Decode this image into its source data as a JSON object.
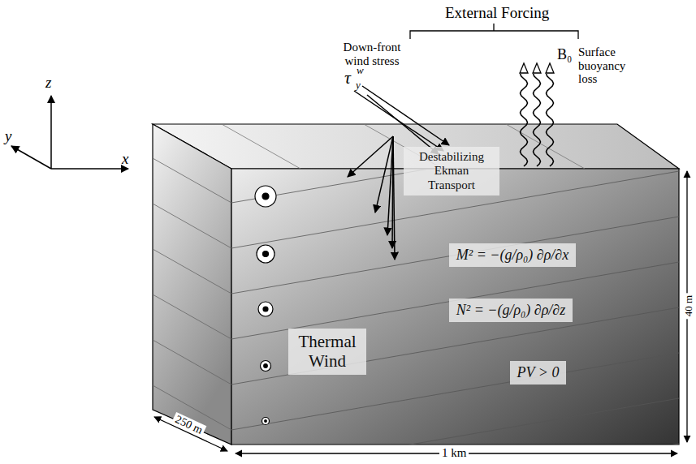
{
  "diagram": {
    "nodes": [
      {
        "text": [
          "Destabilizing Ekman Transport"
        ]
      },
      {
        "text": [
          "Thermal Wind"
        ]
      },
      {
        "text": [
          "M² = −(g/ρ₀) ∂ρ/∂x"
        ]
      },
      {
        "text": [
          "N² = −(g/ρ₀) ∂ρ/∂z"
        ]
      },
      {
        "text": [
          "PV > 0"
        ]
      }
    ],
    "labels": [
      "External Forcing",
      "Down-front wind stress",
      "Surface buoyancy loss",
      "τ",
      "y",
      "w",
      "B₀",
      "z",
      "y",
      "x",
      "250 m",
      "1 km",
      "40 m"
    ]
  }
}
